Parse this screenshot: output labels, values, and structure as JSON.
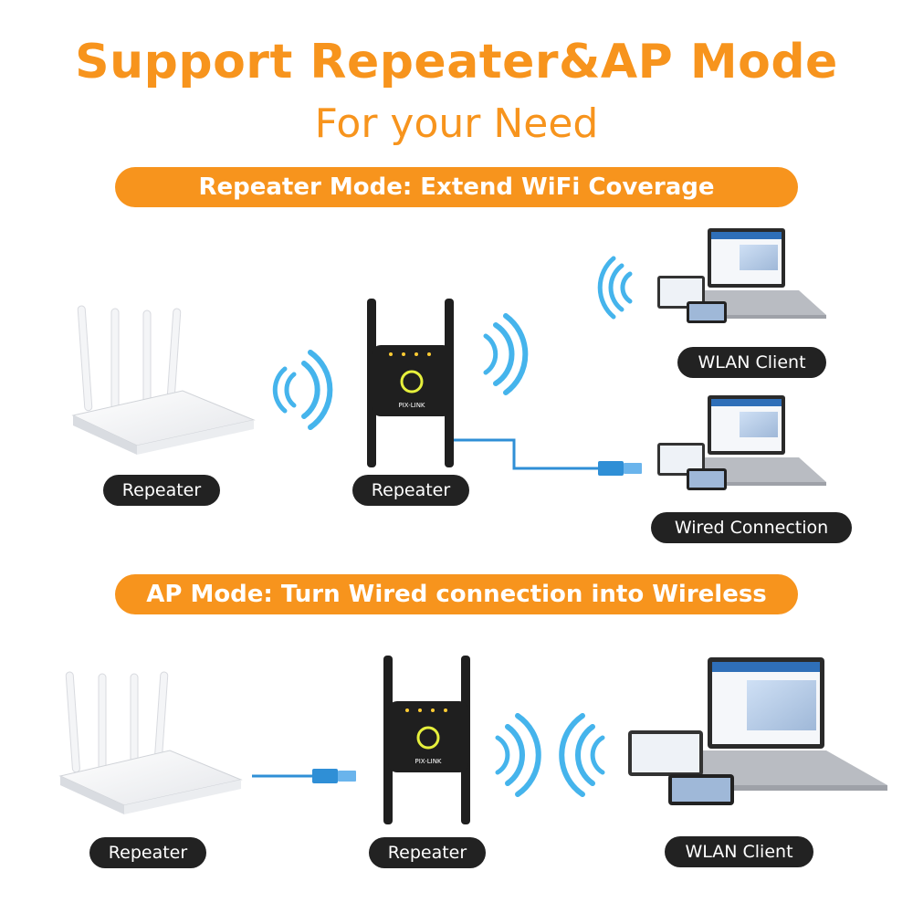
{
  "header": {
    "title": "Support Repeater&AP Mode",
    "subtitle": "For your Need"
  },
  "repeater_mode": {
    "banner": "Repeater Mode: Extend WiFi Coverage",
    "router_label": "Repeater",
    "device_label": "Repeater",
    "wlan_label": "WLAN Client",
    "wired_label": "Wired Connection"
  },
  "ap_mode": {
    "banner": "AP Mode: Turn Wired connection into Wireless",
    "router_label": "Repeater",
    "device_label": "Repeater",
    "wlan_label": "WLAN Client"
  },
  "device": {
    "brand": "PIX-LINK"
  },
  "colors": {
    "accent": "#f7941d",
    "pill": "#222222",
    "wifi": "#45b4ec",
    "cable": "#2f8fd6",
    "device": "#1f1f1f"
  }
}
